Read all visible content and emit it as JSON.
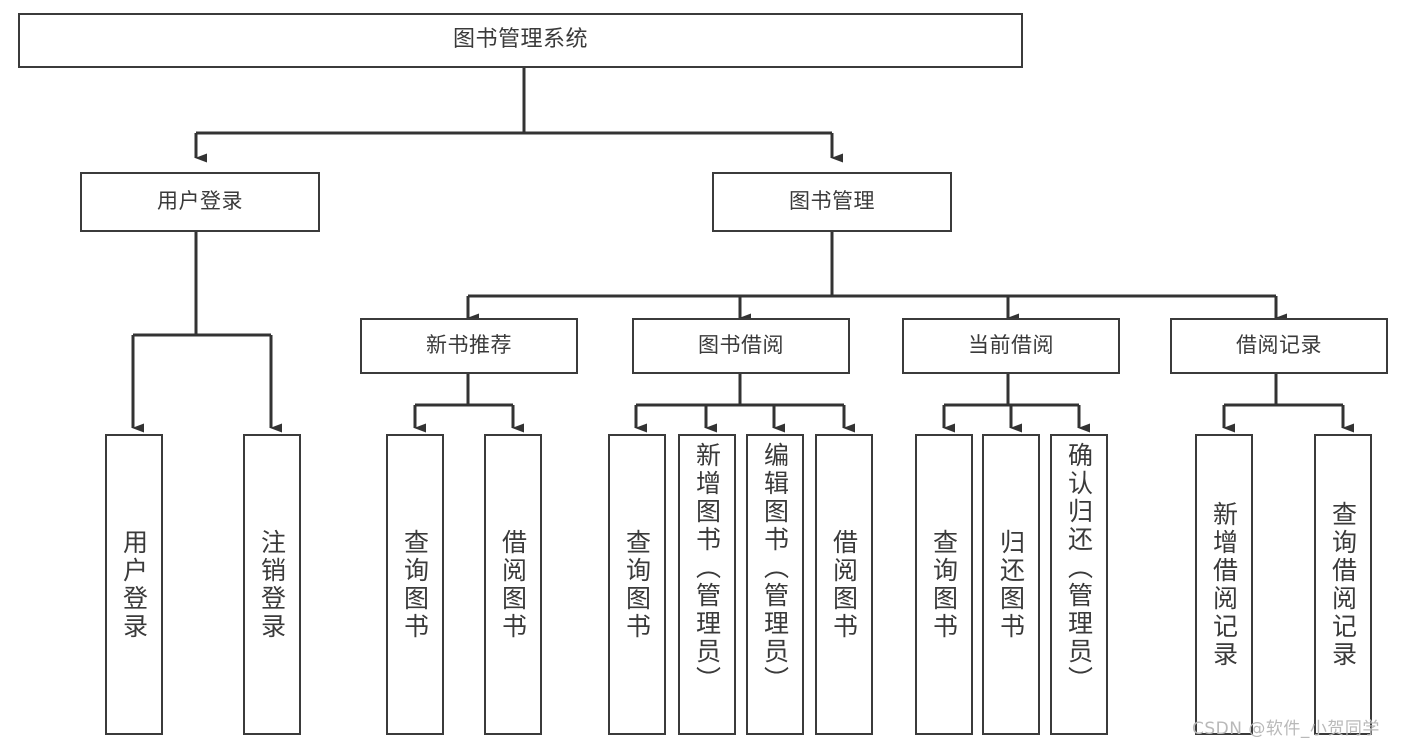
{
  "diagram": {
    "type": "tree",
    "title": "图书管理系统",
    "style": {
      "box_stroke": "#3b3b3b",
      "box_fill": "#ffffff",
      "text_color": "#3a3a3a",
      "connector": "#333333"
    },
    "root": {
      "label": "图书管理系统"
    },
    "level2": [
      {
        "label": "用户登录"
      },
      {
        "label": "图书管理"
      }
    ],
    "level3": [
      {
        "label": "新书推荐"
      },
      {
        "label": "图书借阅"
      },
      {
        "label": "当前借阅"
      },
      {
        "label": "借阅记录"
      }
    ],
    "leaves": {
      "user_login": [
        {
          "label": "用户登录"
        },
        {
          "label": "注销登录"
        }
      ],
      "new_book_recommend": [
        {
          "label": "查询图书"
        },
        {
          "label": "借阅图书"
        }
      ],
      "book_borrow": [
        {
          "label": "查询图书"
        },
        {
          "label": "新增图书（管理员）"
        },
        {
          "label": "编辑图书（管理员）"
        },
        {
          "label": "借阅图书"
        }
      ],
      "current_borrow": [
        {
          "label": "查询图书"
        },
        {
          "label": "归还图书"
        },
        {
          "label": "确认归还（管理员）"
        }
      ],
      "borrow_record": [
        {
          "label": "新增借阅记录"
        },
        {
          "label": "查询借阅记录"
        }
      ]
    }
  },
  "watermark": {
    "text": "CSDN @软件_小贺同学"
  }
}
